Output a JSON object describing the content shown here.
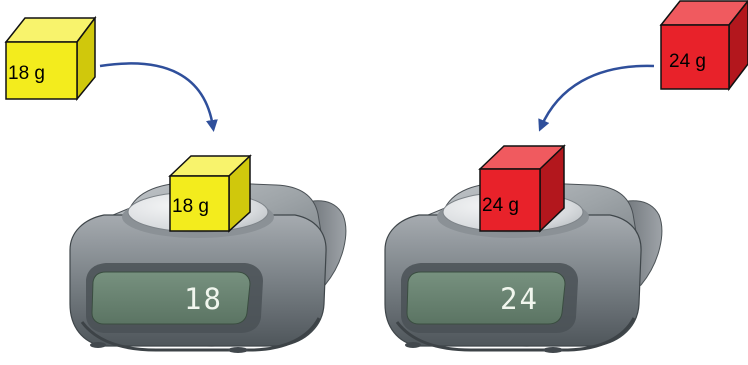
{
  "left": {
    "cube_label": "18 g",
    "display_value": "18",
    "cube_color": "#f3ec1d",
    "cube_top_color": "#f8f36c",
    "cube_side_color": "#d0c80c"
  },
  "right": {
    "cube_label": "24 g",
    "display_value": "24",
    "cube_color": "#e8222a",
    "cube_top_color": "#f05a5f",
    "cube_side_color": "#b3171d"
  },
  "colors": {
    "arrow": "#2f4f9b",
    "scale_body": "#8b9196",
    "scale_dark": "#53595e",
    "scale_light": "#c6cacd",
    "lcd": "#66806d"
  }
}
